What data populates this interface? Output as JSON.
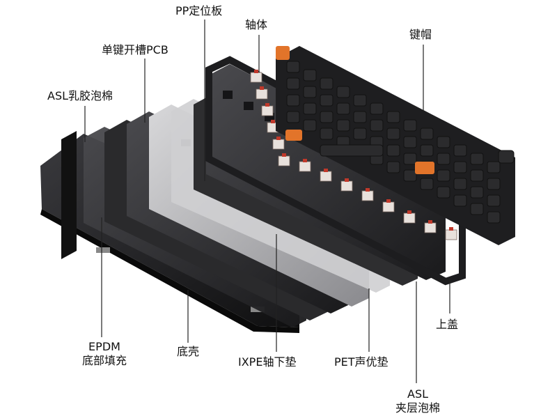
{
  "labels": {
    "pp_plate": "PP定位板",
    "switches": "轴体",
    "keycaps": "键帽",
    "pcb": "单键开槽PCB",
    "asl_foam": "ASL乳胶泡棉",
    "top_case": "上盖",
    "epdm_line1": "EPDM",
    "epdm_line2": "底部填充",
    "bottom_case": "底壳",
    "ixpe_pad": "IXPE轴下垫",
    "pet_pad": "PET声优垫",
    "asl_sandwich_line1": "ASL",
    "asl_sandwich_line2": "夹层泡棉"
  },
  "colors": {
    "keycap_dark": "#2b2b2d",
    "keycap_accent": "#e2742a",
    "switch_housing": "#e8e1dc",
    "switch_stem": "#c0392b",
    "case_dark": "#1d1d1f",
    "plate_gray": "#3a3a3c",
    "leader_line": "#222222"
  }
}
